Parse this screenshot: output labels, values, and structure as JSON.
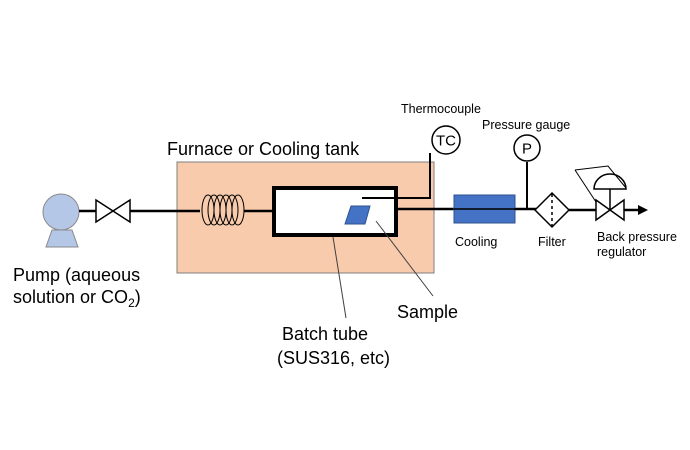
{
  "labels": {
    "furnace": "Furnace or Cooling tank",
    "thermocouple": "Thermocouple",
    "tc_symbol": "TC",
    "pressure_gauge": "Pressure gauge",
    "p_symbol": "P",
    "cooling": "Cooling",
    "filter": "Filter",
    "bpr_line1": "Back pressure",
    "bpr_line2": "regulator",
    "pump_line1": "Pump (aqueous",
    "pump_line2_main": "solution or CO",
    "pump_line2_sub": "2",
    "pump_line2_end": ")",
    "sample": "Sample",
    "batch_line1": "Batch tube",
    "batch_line2": "(SUS316, etc)"
  },
  "colors": {
    "furnace_fill": "#f8cbad",
    "pump_fill": "#b4c7e7",
    "cooling_fill": "#4472c4",
    "sample_fill": "#4472c4",
    "line": "#000000"
  }
}
